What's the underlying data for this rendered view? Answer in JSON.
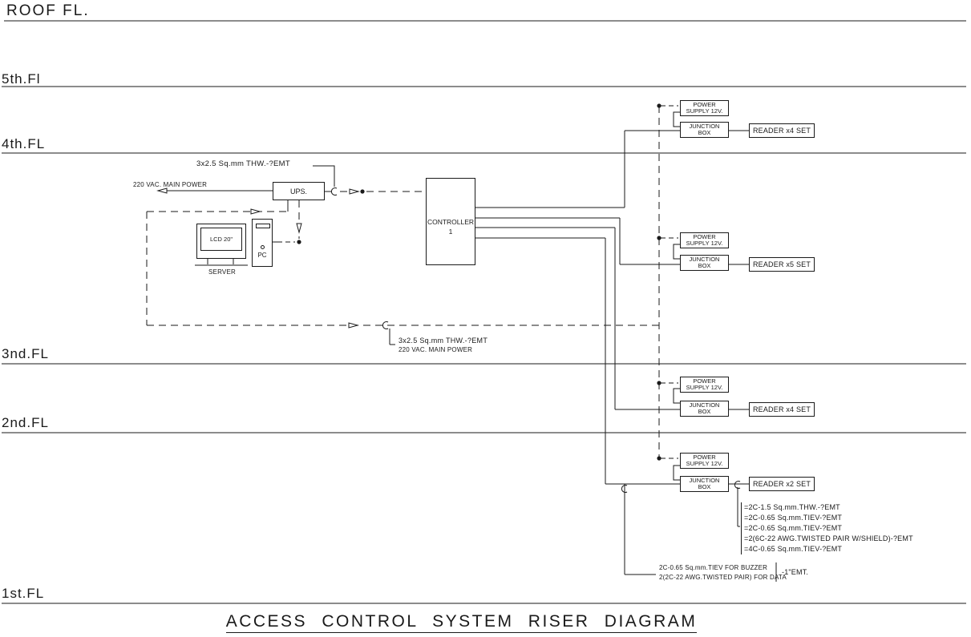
{
  "title": "ACCESS CONTROL SYSTEM RISER DIAGRAM",
  "floors": [
    {
      "label": "ROOF FL."
    },
    {
      "label": "5th.Fl"
    },
    {
      "label": "4th.FL"
    },
    {
      "label": "3nd.FL"
    },
    {
      "label": "2nd.FL"
    },
    {
      "label": "1st.FL"
    }
  ],
  "equipment": {
    "ups": "UPS.",
    "controller_line1": "CONTROLLER",
    "controller_line2": "1",
    "monitor": "LCD 20\"",
    "server": "SERVER",
    "pc": "PC"
  },
  "riser_groups": [
    {
      "ps1": "POWER",
      "ps2": "SUPPLY 12V.",
      "jb1": "JUNCTION",
      "jb2": "BOX",
      "reader": "READER x4 SET"
    },
    {
      "ps1": "POWER",
      "ps2": "SUPPLY 12V.",
      "jb1": "JUNCTION",
      "jb2": "BOX",
      "reader": "READER x5 SET"
    },
    {
      "ps1": "POWER",
      "ps2": "SUPPLY 12V.",
      "jb1": "JUNCTION",
      "jb2": "BOX",
      "reader": "READER x4 SET"
    },
    {
      "ps1": "POWER",
      "ps2": "SUPPLY 12V.",
      "jb1": "JUNCTION",
      "jb2": "BOX",
      "reader": "READER x2 SET"
    }
  ],
  "annotations": {
    "ups_feed": "3x2.5 Sq.mm THW.-?EMT",
    "main_power": "220 VAC. MAIN POWER",
    "riser_feed_line1": "3x2.5 Sq.mm THW.-?EMT",
    "riser_feed_line2": "220 VAC. MAIN POWER",
    "buzzer": "2C-0.65 Sq.mm.TIEV FOR BUZZER",
    "data": "2(2C-22 AWG.TWISTED PAIR) FOR DATA",
    "conduit": "-1\"EMT."
  },
  "cable_schedule": [
    "=2C-1.5 Sq.mm.THW.-?EMT",
    "=2C-0.65 Sq.mm.TIEV-?EMT",
    "=2C-0.65 Sq.mm.TIEV-?EMT",
    "=2(6C-22 AWG.TWISTED PAIR W/SHIELD)-?EMT",
    "=4C-0.65 Sq.mm.TIEV-?EMT"
  ]
}
